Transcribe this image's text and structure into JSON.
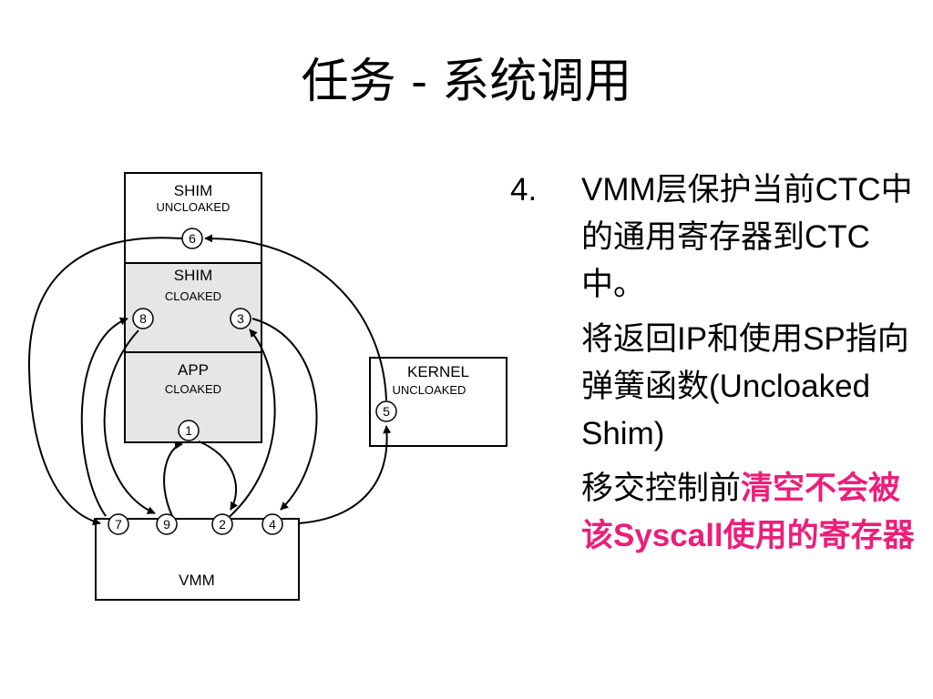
{
  "title": "任务 - 系统调用",
  "diagram": {
    "boxes": {
      "shim_uncloaked": {
        "title": "SHIM",
        "subtitle": "UNCLOAKED"
      },
      "shim_cloaked": {
        "title": "SHIM",
        "subtitle": "CLOAKED"
      },
      "app_cloaked": {
        "title": "APP",
        "subtitle": "CLOAKED"
      },
      "kernel": {
        "title": "KERNEL",
        "subtitle": "UNCLOAKED"
      },
      "vmm": {
        "title": "VMM"
      }
    },
    "steps": [
      "1",
      "2",
      "3",
      "4",
      "5",
      "6",
      "7",
      "8",
      "9"
    ]
  },
  "text": {
    "item_number": "4.",
    "item_text": "VMM层保护当前CTC中的通用寄存器到CTC中。",
    "para1": "将返回IP和使用SP指向弹簧函数(Uncloaked Shim)",
    "para2_prefix": "移交控制前",
    "para2_highlight": "清空不会被该Syscall使用的寄存器",
    "highlight_color": "#ec1e79"
  }
}
